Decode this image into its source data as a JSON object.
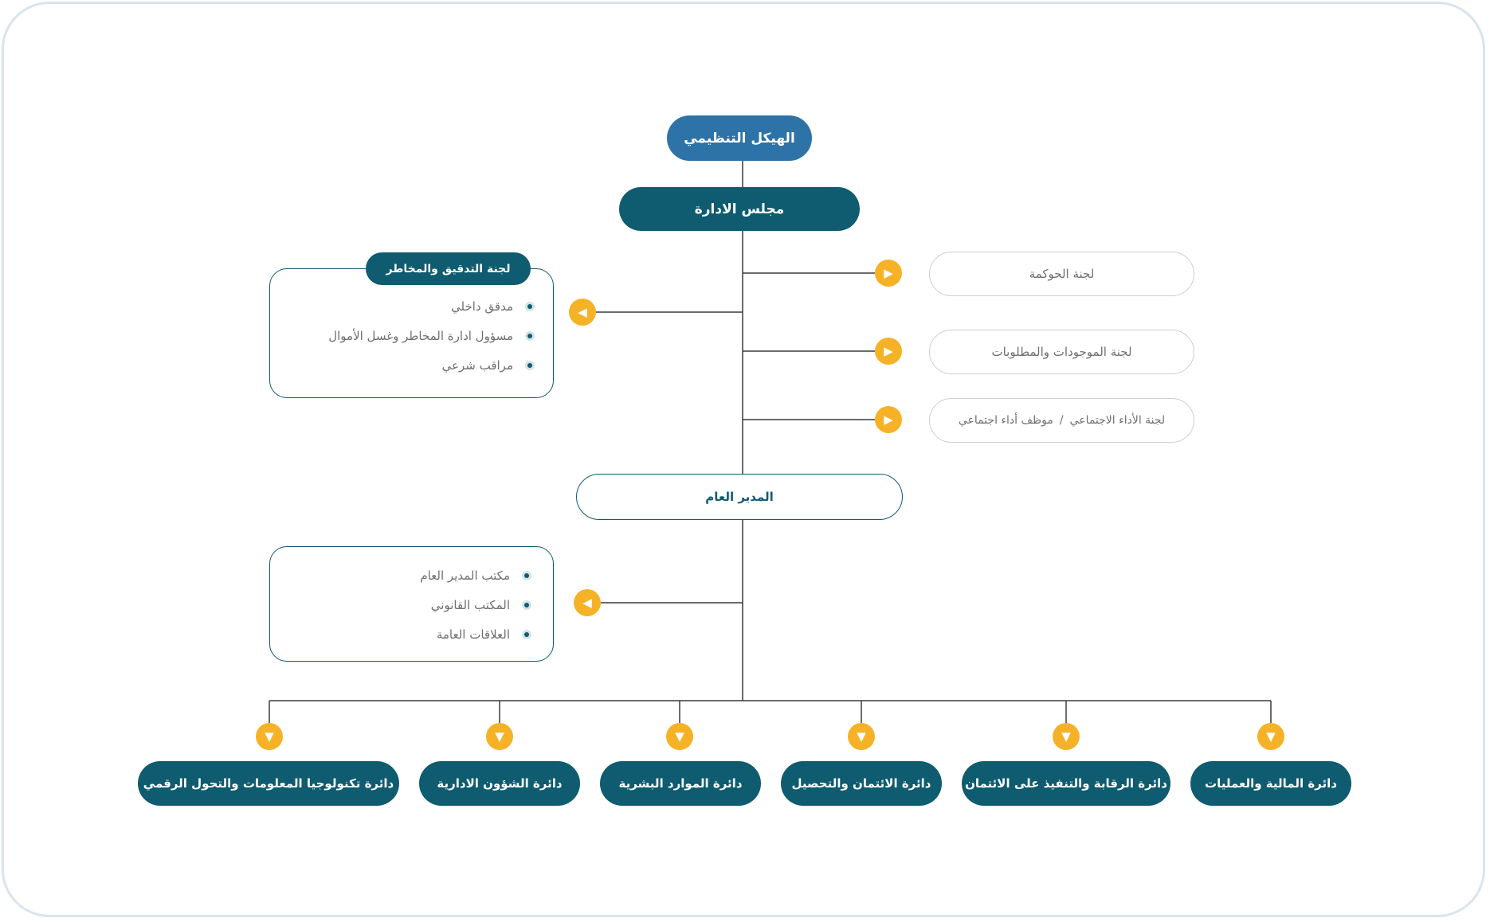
{
  "title": "الهيكل التنظيمي",
  "board": "مجلس الادارة",
  "committees_right": [
    "لجنة الحوكمة",
    "لجنة الموجودات والمطلوبات"
  ],
  "social_committee": {
    "part1": "لجنة الأداء الاجتماعي",
    "separator": "/",
    "part2": "موظف أداء اجتماعي"
  },
  "audit_committee": {
    "title": "لجنة التدقيق والمخاطر",
    "items": [
      "مدقق داخلي",
      "مسؤول ادارة المخاطر وغسل الأموال",
      "مراقب شرعي"
    ]
  },
  "general_manager": "المدير العام",
  "gm_offices": {
    "items": [
      "مكتب المدير العام",
      "المكتب القانوني",
      "العلاقات العامة"
    ]
  },
  "departments": [
    "دائرة المالية والعمليات",
    "دائرة الرقابة والتنفيذ على الائتمان",
    "دائرة الائتمان والتحصيل",
    "دائرة الموارد البشرية",
    "دائرة الشؤون الادارية",
    "دائرة تكنولوجيا المعلومات والتحول الرقمي"
  ],
  "icons": {
    "arrow_right": "play-right-icon",
    "arrow_left": "play-left-icon",
    "arrow_down": "play-down-icon",
    "bullet": "bullet-dot-icon"
  },
  "colors": {
    "dark_teal": "#0f5b70",
    "title_blue": "#2e73a8",
    "accent_orange": "#f6b227",
    "frame": "#d9e4ec"
  }
}
